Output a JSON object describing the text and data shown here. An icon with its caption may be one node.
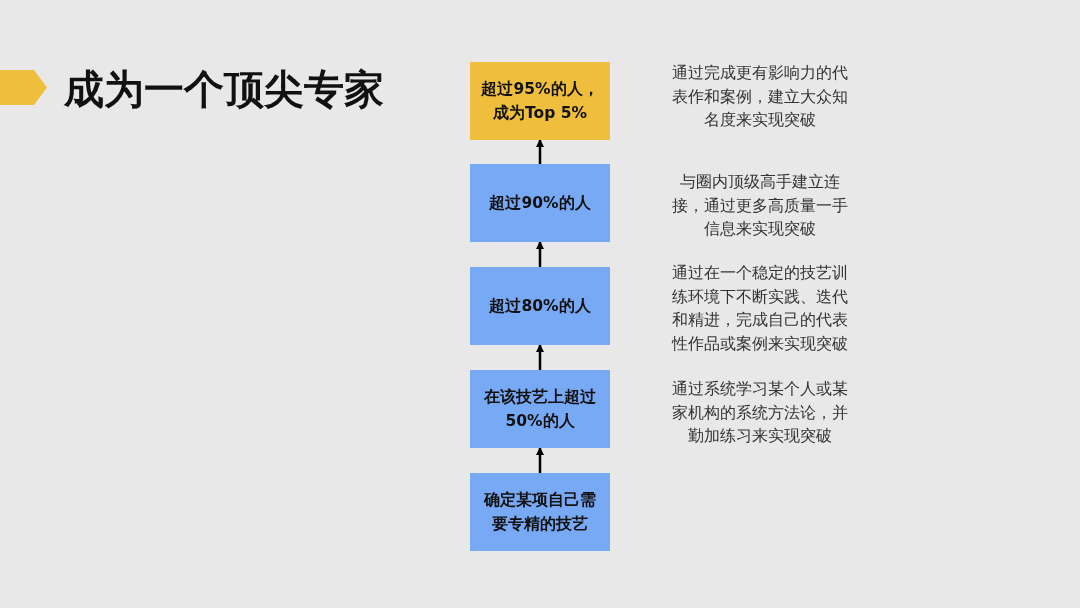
{
  "diagram": {
    "title": "成为一个顶尖专家",
    "nodes": [
      {
        "text": [
          "超过95%的人，成为Top 5%"
        ],
        "beside": [
          "通过完成更有影响力的代表作和案例，建立大众知名度来实现突破"
        ]
      },
      {
        "text": [
          "超过90%的人"
        ],
        "beside": [
          "与圈内顶级高手建立连接，通过更多高质量一手信息来实现突破"
        ]
      },
      {
        "text": [
          "超过80%的人"
        ],
        "beside": [
          "通过在一个稳定的技艺训练环境下不断实践、迭代和精进，完成自己的代表性作品或案例来实现突破"
        ]
      },
      {
        "text": [
          "在该技艺上超过50%的人"
        ],
        "beside": [
          "通过系统学习某个人或某家机构的系统方法论，并勤加练习来实现突破"
        ]
      },
      {
        "text": [
          "确定某项自己需要专精的技艺"
        ]
      }
    ],
    "edges": [
      {
        "from": 4,
        "to": 3,
        "arrow": "to"
      },
      {
        "from": 3,
        "to": 2,
        "arrow": "to"
      },
      {
        "from": 2,
        "to": 1,
        "arrow": "to"
      },
      {
        "from": 1,
        "to": 0,
        "arrow": "to"
      }
    ]
  }
}
